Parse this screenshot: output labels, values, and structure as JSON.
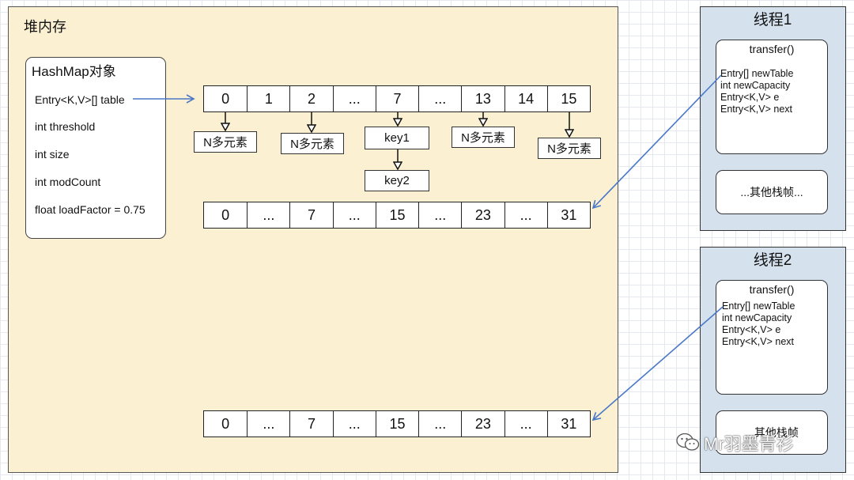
{
  "heap_label": "堆内存",
  "hashmap": {
    "title": "HashMap对象",
    "fields": [
      "Entry<K,V>[] table",
      "int threshold",
      "int size",
      "int modCount",
      "float loadFactor = 0.75"
    ]
  },
  "old_table": [
    "0",
    "1",
    "2",
    "...",
    "7",
    "...",
    "13",
    "14",
    "15"
  ],
  "bucket_nodes": {
    "b0": "N多元素",
    "b2": "N多元素",
    "b7_first": "key1",
    "b7_second": "key2",
    "b13": "N多元素",
    "b15": "N多元素"
  },
  "new_table_1": [
    "0",
    "...",
    "7",
    "...",
    "15",
    "...",
    "23",
    "...",
    "31"
  ],
  "new_table_2": [
    "0",
    "...",
    "7",
    "...",
    "15",
    "...",
    "23",
    "...",
    "31"
  ],
  "threads": [
    {
      "title": "线程1",
      "frame_title": "transfer()",
      "vars": [
        "Entry[] newTable",
        "int newCapacity",
        "Entry<K,V> e",
        "Entry<K,V> next"
      ],
      "other": "...其他栈帧..."
    },
    {
      "title": "线程2",
      "frame_title": "transfer()",
      "vars": [
        "Entry[] newTable",
        "int newCapacity",
        "Entry<K,V> e",
        "Entry<K,V> next"
      ],
      "other": "...其他栈帧"
    }
  ],
  "watermark": "Mr羽墨青衫",
  "colors": {
    "heap_bg": "#fbf1d2",
    "thread_bg": "#d5e2ee",
    "reference_arrow": "#4a78c8"
  }
}
